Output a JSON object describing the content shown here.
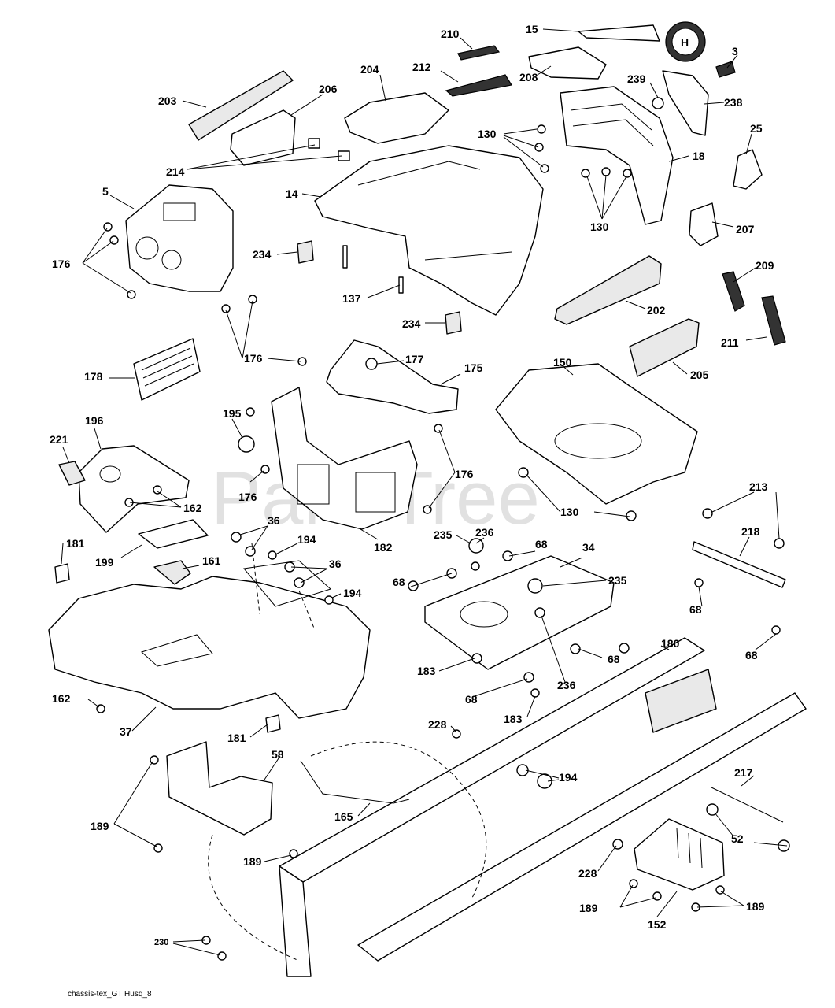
{
  "watermark": "PartsTree",
  "footer": "chassis-tex_GT Husq_8",
  "logo_letter": "H",
  "callouts": [
    {
      "id": "c15",
      "label": "15"
    },
    {
      "id": "c210",
      "label": "210"
    },
    {
      "id": "c3",
      "label": "3"
    },
    {
      "id": "c204",
      "label": "204"
    },
    {
      "id": "c212",
      "label": "212"
    },
    {
      "id": "c208",
      "label": "208"
    },
    {
      "id": "c239",
      "label": "239"
    },
    {
      "id": "c238",
      "label": "238"
    },
    {
      "id": "c203",
      "label": "203"
    },
    {
      "id": "c206",
      "label": "206"
    },
    {
      "id": "c130a",
      "label": "130"
    },
    {
      "id": "c25",
      "label": "25"
    },
    {
      "id": "c18",
      "label": "18"
    },
    {
      "id": "c214",
      "label": "214"
    },
    {
      "id": "c5",
      "label": "5"
    },
    {
      "id": "c14",
      "label": "14"
    },
    {
      "id": "c130b",
      "label": "130"
    },
    {
      "id": "c207",
      "label": "207"
    },
    {
      "id": "c176a",
      "label": "176"
    },
    {
      "id": "c234a",
      "label": "234"
    },
    {
      "id": "c209",
      "label": "209"
    },
    {
      "id": "c137",
      "label": "137"
    },
    {
      "id": "c202",
      "label": "202"
    },
    {
      "id": "c234b",
      "label": "234"
    },
    {
      "id": "c211",
      "label": "211"
    },
    {
      "id": "c176b",
      "label": "176"
    },
    {
      "id": "c177",
      "label": "177"
    },
    {
      "id": "c150",
      "label": "150"
    },
    {
      "id": "c178",
      "label": "178"
    },
    {
      "id": "c175",
      "label": "175"
    },
    {
      "id": "c205",
      "label": "205"
    },
    {
      "id": "c196",
      "label": "196"
    },
    {
      "id": "c195",
      "label": "195"
    },
    {
      "id": "c221",
      "label": "221"
    },
    {
      "id": "c176c",
      "label": "176"
    },
    {
      "id": "c162a",
      "label": "162"
    },
    {
      "id": "c176d",
      "label": "176"
    },
    {
      "id": "c130c",
      "label": "130"
    },
    {
      "id": "c213",
      "label": "213"
    },
    {
      "id": "c36a",
      "label": "36"
    },
    {
      "id": "c236a",
      "label": "236"
    },
    {
      "id": "c235a",
      "label": "235"
    },
    {
      "id": "c68a",
      "label": "68"
    },
    {
      "id": "c218",
      "label": "218"
    },
    {
      "id": "c181a",
      "label": "181"
    },
    {
      "id": "c182",
      "label": "182"
    },
    {
      "id": "c194a",
      "label": "194"
    },
    {
      "id": "c34",
      "label": "34"
    },
    {
      "id": "c199",
      "label": "199"
    },
    {
      "id": "c161",
      "label": "161"
    },
    {
      "id": "c36b",
      "label": "36"
    },
    {
      "id": "c68b",
      "label": "68"
    },
    {
      "id": "c235b",
      "label": "235"
    },
    {
      "id": "c194b",
      "label": "194"
    },
    {
      "id": "c68c",
      "label": "68"
    },
    {
      "id": "c180",
      "label": "180"
    },
    {
      "id": "c68d",
      "label": "68"
    },
    {
      "id": "c68e",
      "label": "68"
    },
    {
      "id": "c183a",
      "label": "183"
    },
    {
      "id": "c236b",
      "label": "236"
    },
    {
      "id": "c68f",
      "label": "68"
    },
    {
      "id": "c162b",
      "label": "162"
    },
    {
      "id": "c183b",
      "label": "183"
    },
    {
      "id": "c37",
      "label": "37"
    },
    {
      "id": "c181b",
      "label": "181"
    },
    {
      "id": "c228a",
      "label": "228"
    },
    {
      "id": "c58",
      "label": "58"
    },
    {
      "id": "c194c",
      "label": "194"
    },
    {
      "id": "c217",
      "label": "217"
    },
    {
      "id": "c189a",
      "label": "189"
    },
    {
      "id": "c165",
      "label": "165"
    },
    {
      "id": "c52",
      "label": "52"
    },
    {
      "id": "c189b",
      "label": "189"
    },
    {
      "id": "c228b",
      "label": "228"
    },
    {
      "id": "c189c",
      "label": "189"
    },
    {
      "id": "c189d",
      "label": "189"
    },
    {
      "id": "c152",
      "label": "152"
    },
    {
      "id": "c230",
      "label": "230"
    }
  ]
}
